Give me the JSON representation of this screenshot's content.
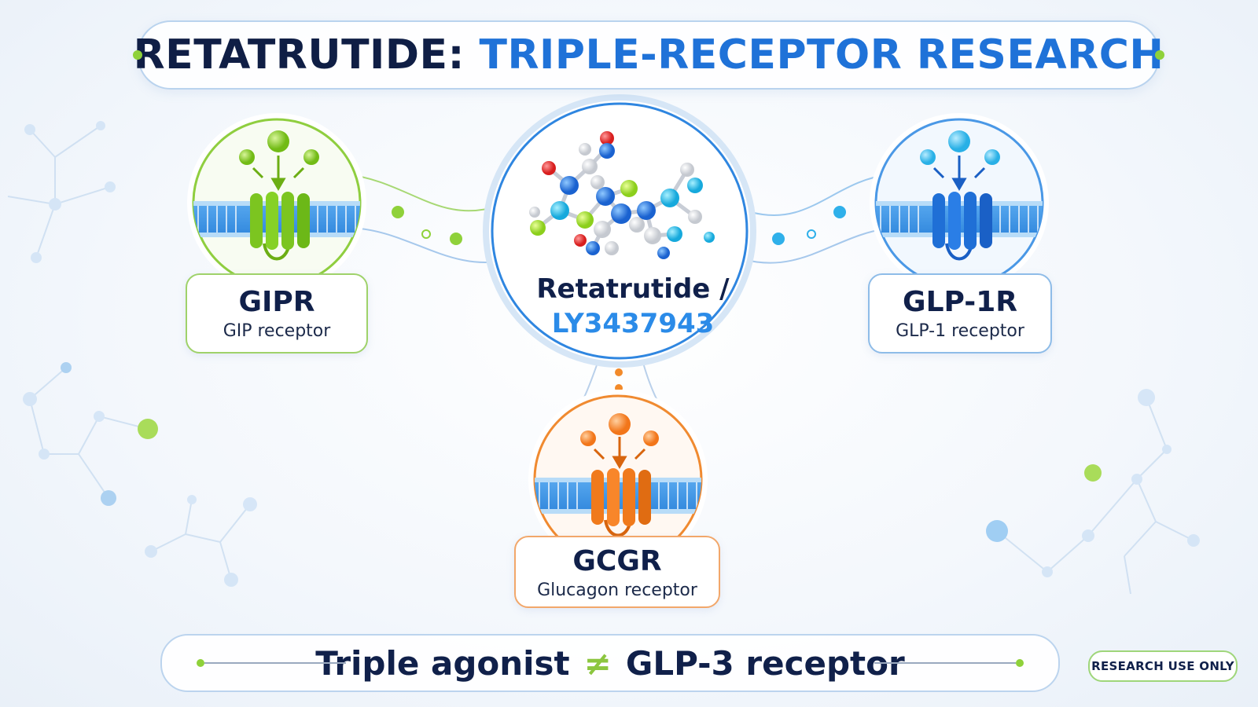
{
  "title": {
    "part1": "RETATRUTIDE:",
    "part2": "TRIPLE-RECEPTOR RESEARCH"
  },
  "center": {
    "line1": "Retatrutide /",
    "line2": "LY3437943"
  },
  "receptors": {
    "gipr": {
      "name": "GIPR",
      "sub": "GIP receptor",
      "color": "#7cc520"
    },
    "glp1r": {
      "name": "GLP-1R",
      "sub": "GLP-1 receptor",
      "color": "#1f6fd6"
    },
    "gcgr": {
      "name": "GCGR",
      "sub": "Glucagon receptor",
      "color": "#f07a1c"
    }
  },
  "bottom": {
    "left": "Triple agonist",
    "symbol": "≠",
    "right": "GLP-3 receptor"
  },
  "badge": "RESEARCH USE ONLY",
  "colors": {
    "dark_text": "#10204a",
    "title_blue": "#1f72d8",
    "accent_green": "#8cc63f",
    "membrane_blue": "#4a9ee6"
  }
}
